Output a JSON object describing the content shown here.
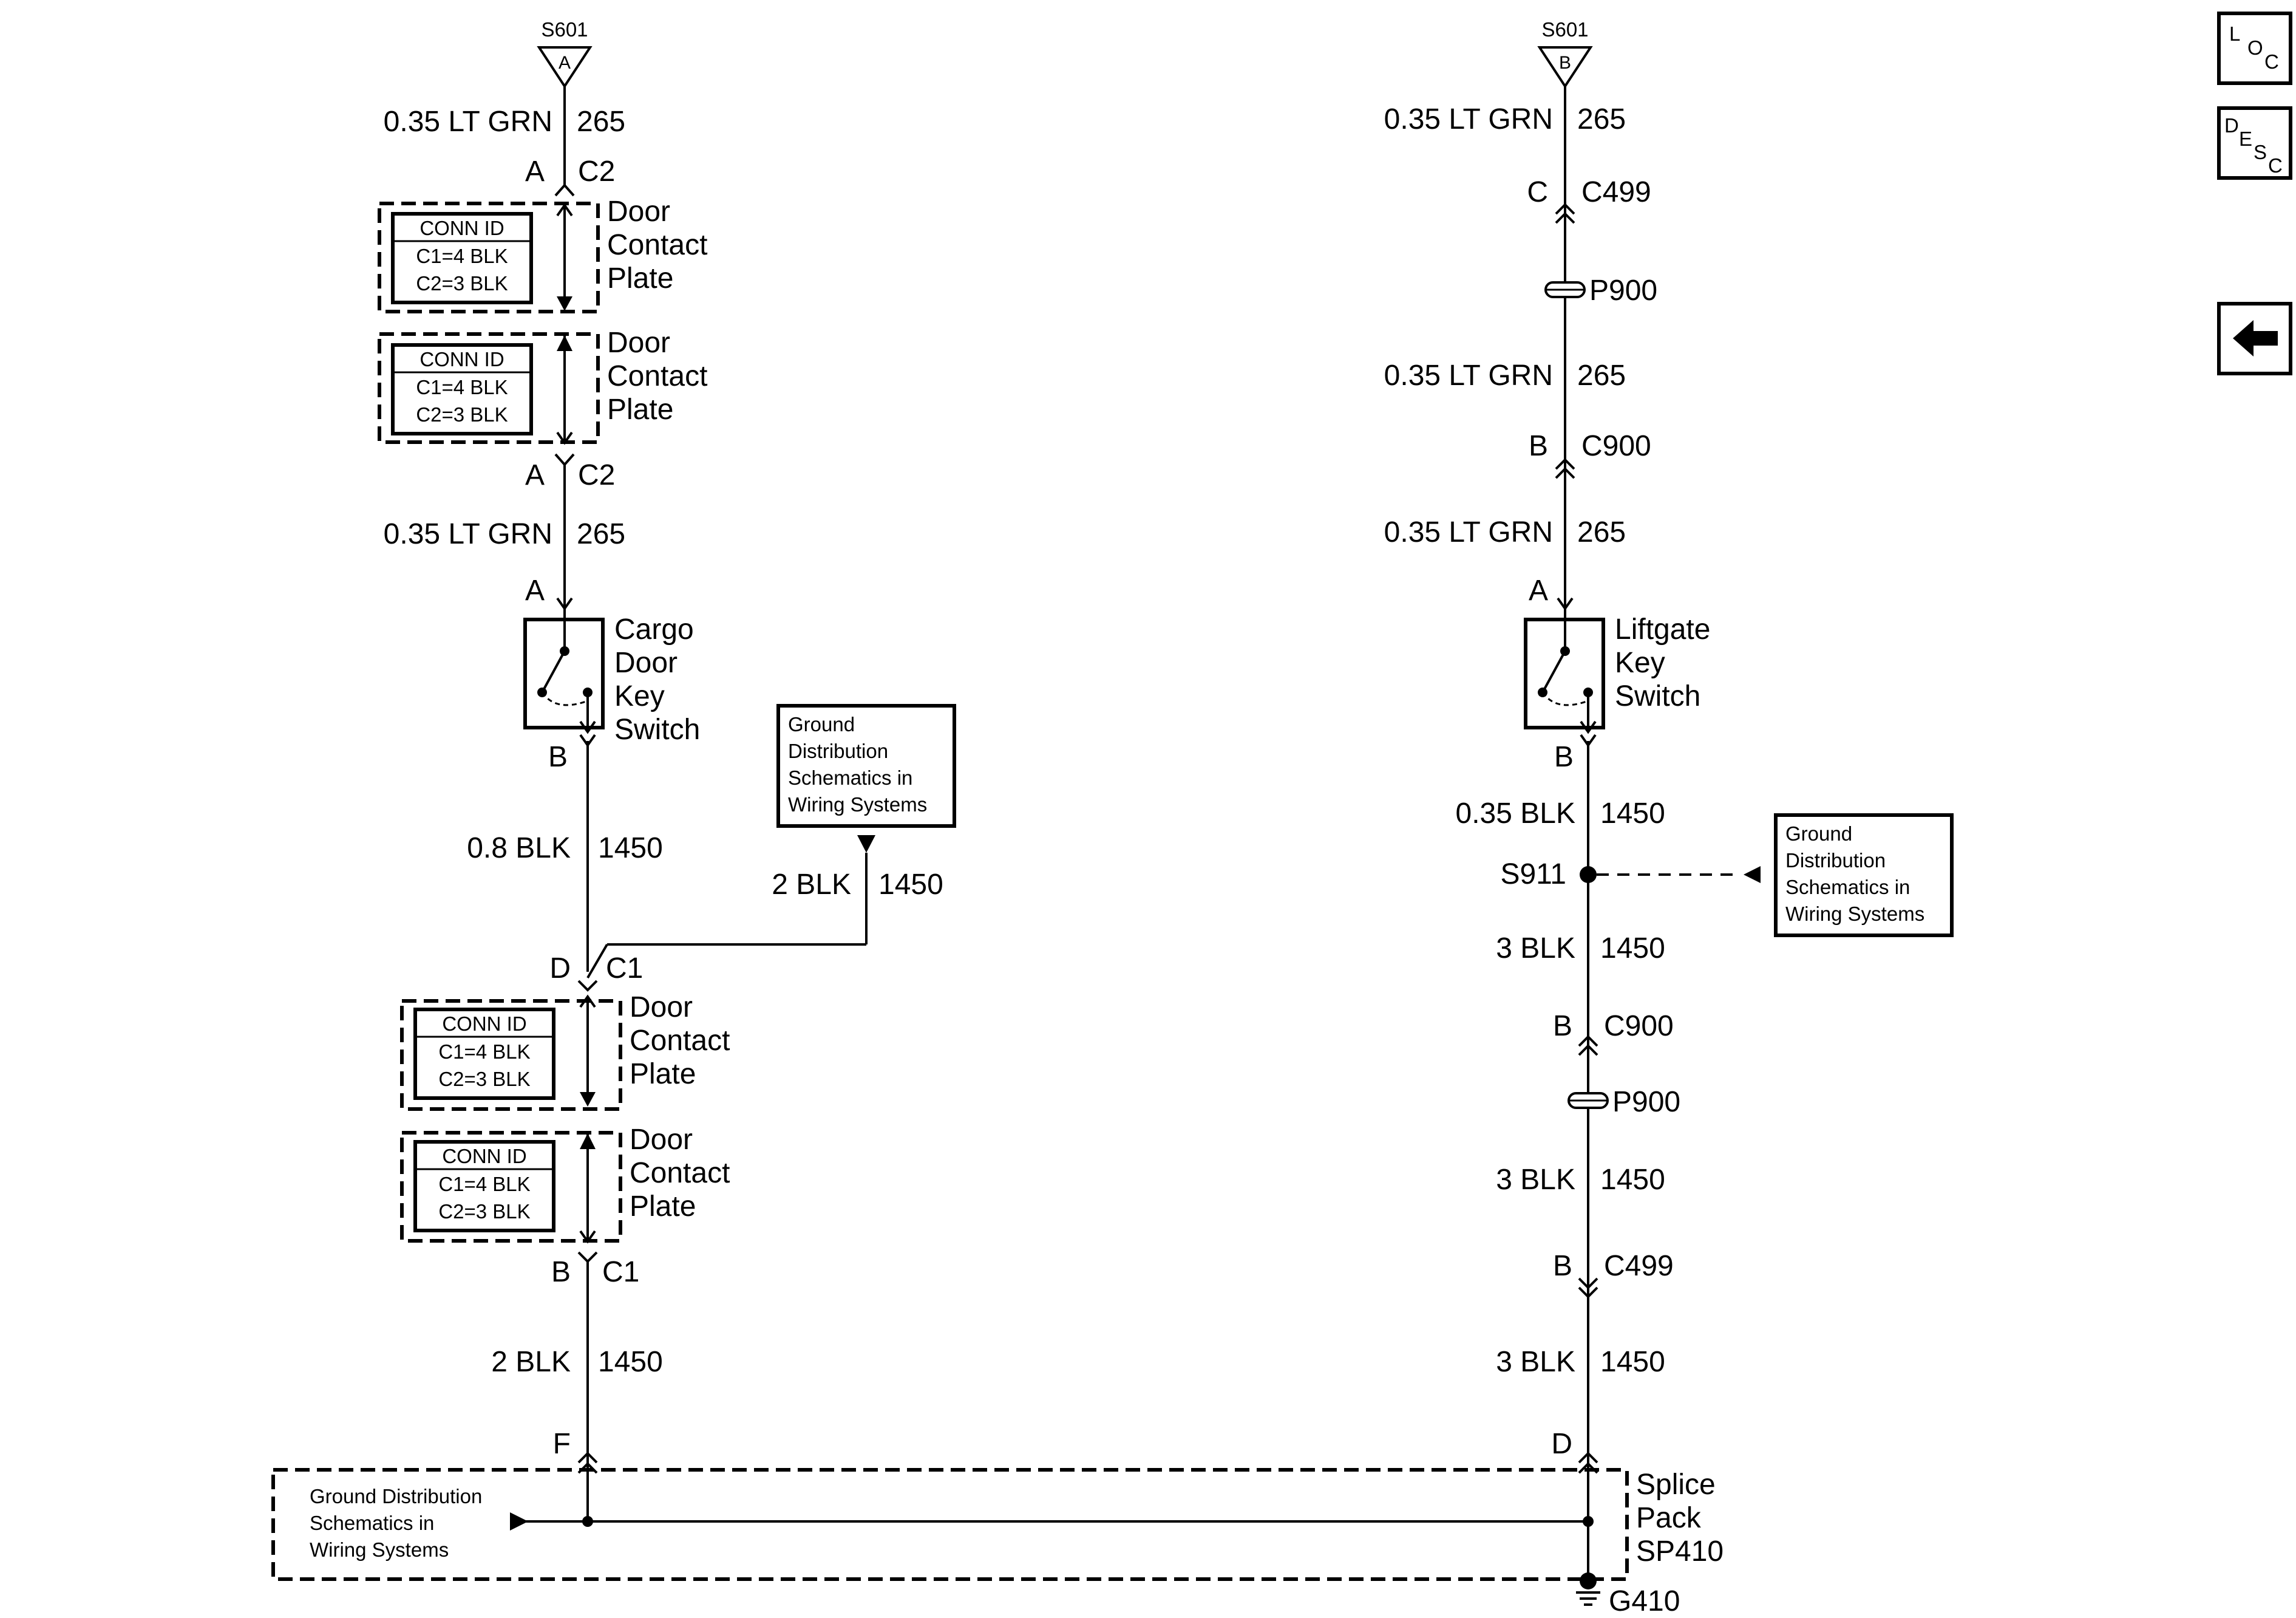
{
  "left": {
    "top_splice": {
      "id": "S601",
      "pin": "A"
    },
    "wire1": {
      "gauge": "0.35 LT GRN",
      "circuit": "265"
    },
    "conn_top1": {
      "pin": "A",
      "conn": "C2"
    },
    "plate1": {
      "label1": "Door",
      "label2": "Contact",
      "label3": "Plate",
      "id_title": "CONN ID",
      "id_line1": "C1=4 BLK",
      "id_line2": "C2=3 BLK"
    },
    "plate2": {
      "label1": "Door",
      "label2": "Contact",
      "label3": "Plate",
      "id_title": "CONN ID",
      "id_line1": "C1=4 BLK",
      "id_line2": "C2=3 BLK"
    },
    "conn_top2": {
      "pin": "A",
      "conn": "C2"
    },
    "wire2": {
      "gauge": "0.35 LT GRN",
      "circuit": "265"
    },
    "switch": {
      "pin_in": "A",
      "pin_out": "B",
      "label1": "Cargo",
      "label2": "Door",
      "label3": "Key",
      "label4": "Switch"
    },
    "wire3": {
      "gauge": "0.8 BLK",
      "circuit": "1450"
    },
    "ground_ref": {
      "line1": "Ground",
      "line2": "Distribution",
      "line3": "Schematics in",
      "line4": "Wiring Systems"
    },
    "wire_gnd": {
      "gauge": "2 BLK",
      "circuit": "1450"
    },
    "conn_bot1": {
      "pin": "D",
      "conn": "C1"
    },
    "plate3": {
      "label1": "Door",
      "label2": "Contact",
      "label3": "Plate",
      "id_title": "CONN ID",
      "id_line1": "C1=4 BLK",
      "id_line2": "C2=3 BLK"
    },
    "plate4": {
      "label1": "Door",
      "label2": "Contact",
      "label3": "Plate",
      "id_title": "CONN ID",
      "id_line1": "C1=4 BLK",
      "id_line2": "C2=3 BLK"
    },
    "conn_bot2": {
      "pin": "B",
      "conn": "C1"
    },
    "wire4": {
      "gauge": "2 BLK",
      "circuit": "1450"
    },
    "pin_f": "F"
  },
  "right": {
    "top_splice": {
      "id": "S601",
      "pin": "B"
    },
    "wire1": {
      "gauge": "0.35 LT GRN",
      "circuit": "265"
    },
    "conn1": {
      "pin": "C",
      "conn": "C499"
    },
    "passthru1": "P900",
    "wire2": {
      "gauge": "0.35 LT GRN",
      "circuit": "265"
    },
    "conn2": {
      "pin": "B",
      "conn": "C900"
    },
    "wire3": {
      "gauge": "0.35 LT GRN",
      "circuit": "265"
    },
    "switch": {
      "pin_in": "A",
      "pin_out": "B",
      "label1": "Liftgate",
      "label2": "Key",
      "label3": "Switch"
    },
    "wire4": {
      "gauge": "0.35 BLK",
      "circuit": "1450"
    },
    "splice": "S911",
    "ground_ref": {
      "line1": "Ground",
      "line2": "Distribution",
      "line3": "Schematics in",
      "line4": "Wiring Systems"
    },
    "wire5": {
      "gauge": "3 BLK",
      "circuit": "1450"
    },
    "conn3": {
      "pin": "B",
      "conn": "C900"
    },
    "passthru2": "P900",
    "wire6": {
      "gauge": "3 BLK",
      "circuit": "1450"
    },
    "conn4": {
      "pin": "B",
      "conn": "C499"
    },
    "wire7": {
      "gauge": "3 BLK",
      "circuit": "1450"
    },
    "pin_d": "D"
  },
  "splice_pack": {
    "label1": "Splice",
    "label2": "Pack",
    "label3": "SP410",
    "ground_ref": {
      "line1": "Ground Distribution",
      "line2": "Schematics in",
      "line3": "Wiring Systems"
    },
    "ground": "G410"
  },
  "nav": {
    "loc": {
      "l": "L",
      "o": "O",
      "c": "C"
    },
    "desc": {
      "d": "D",
      "e": "E",
      "s": "S",
      "c": "C"
    },
    "back_icon": "left-arrow-icon"
  }
}
